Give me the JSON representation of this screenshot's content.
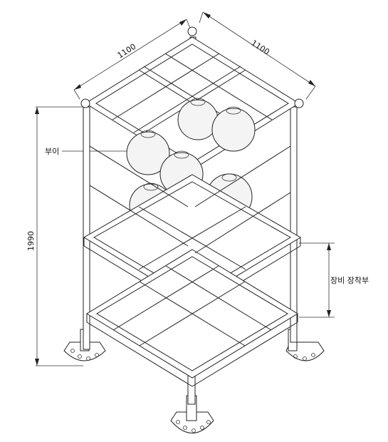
{
  "diagram": {
    "dimensions": {
      "width_left": "1100",
      "width_right": "1100",
      "height": "1990"
    },
    "labels": {
      "buoy": "부이",
      "equipment_mount": "장비 장착부"
    }
  }
}
